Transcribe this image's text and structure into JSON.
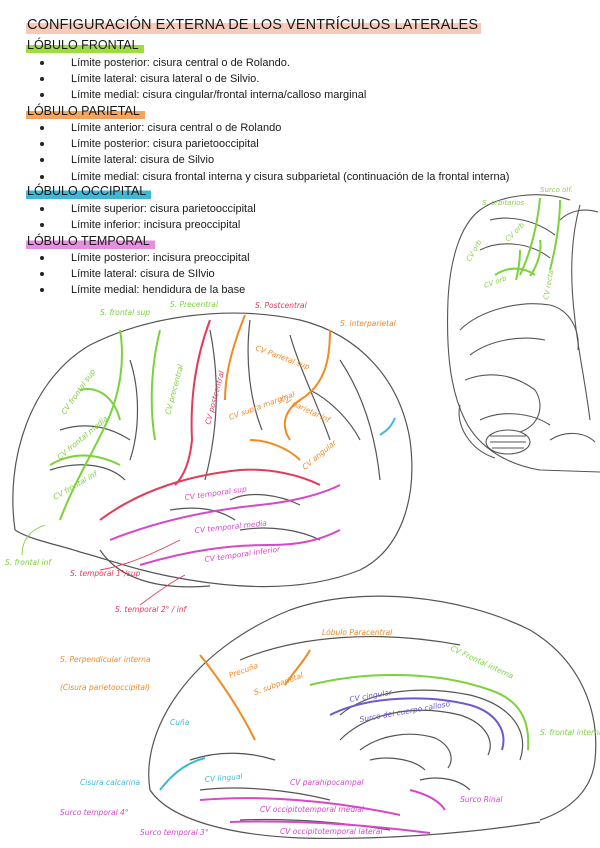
{
  "title": "CONFIGURACIÓN EXTERNA DE LOS VENTRÍCULOS LATERALES",
  "sections": [
    {
      "heading": "LÓBULO FRONTAL",
      "color": "#9fdd3c",
      "items": [
        "Límite posterior: cisura central o de Rolando.",
        "Límite lateral: cisura lateral o de Silvio.",
        "Límite medial: cisura cingular/frontal interna/calloso marginal"
      ]
    },
    {
      "heading": "LÓBULO PARIETAL",
      "color": "#f7a35c",
      "items": [
        "Límite anterior: cisura central o de Rolando",
        "Límite posterior: cisura parietooccipital",
        "Límite lateral: cisura de Silvio",
        "Límite medial: cisura frontal interna y cisura subparietal (continuación de la frontal interna)"
      ]
    },
    {
      "heading": "LÓBULO OCCIPITAL",
      "color": "#3fb8d8",
      "items": [
        "Límite superior: cisura parietooccipital",
        "Límite inferior: incisura preoccipital"
      ]
    },
    {
      "heading": "LÓBULO TEMPORAL",
      "color": "#e98de0",
      "items": [
        "Límite posterior: incisura preoccipital",
        "Límite lateral: cisura de SIlvio",
        "Límite medial: hendidura de la base"
      ]
    }
  ],
  "inferior_view": {
    "labels": [
      "S. orbitarios",
      "Surco olf.",
      "CV orb",
      "CV orb",
      "CV orb",
      "CV recta"
    ]
  },
  "lateral_view": {
    "labels": [
      "S. frontal sup",
      "S. Precentral",
      "S. Postcentral",
      "S. interparietal",
      "CV frontal sup",
      "CV precentral",
      "CV postcentral",
      "CV Parietal sup",
      "CV frontal media",
      "CV supra marginal",
      "CV parietal inf",
      "CV angular",
      "CV frontal inf",
      "CV temporal sup",
      "CV temporal media",
      "CV temporal inferior",
      "S. frontal inf",
      "S. temporal 1°/sup",
      "S. temporal 2° / inf"
    ]
  },
  "medial_view": {
    "labels": [
      "Lóbulo Paracentral",
      "CV Frontal interna",
      "S. Perpendicular interna",
      "(Cisura parietooccipital)",
      "Precuña",
      "S. subparietal",
      "CV cingular",
      "Surco del cuerpo calloso",
      "S. frontal interna",
      "Cuña",
      "Cisura calcarina",
      "CV lingual",
      "CV parahipocampal",
      "Surco temporal 4°",
      "Surco Rinal",
      "CV occipitotemporal medial",
      "Surco temporal 3°",
      "CV occipitotemporal lateral"
    ]
  }
}
